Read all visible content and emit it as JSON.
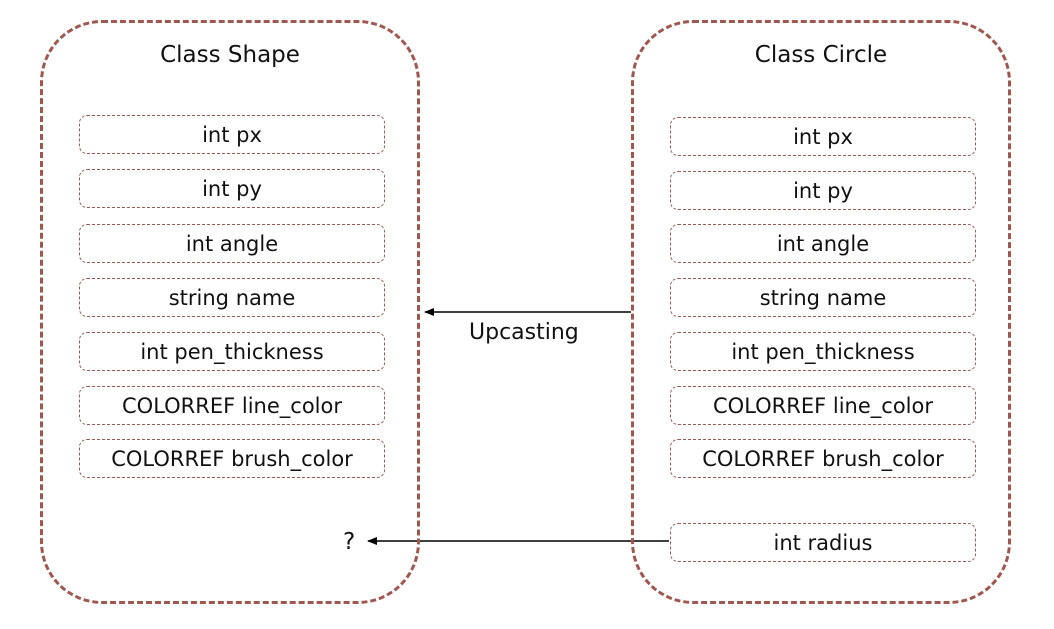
{
  "classes": {
    "shape": {
      "title": "Class Shape",
      "fields": [
        "int px",
        "int py",
        "int angle",
        "string name",
        "int pen_thickness",
        "COLORREF line_color",
        "COLORREF brush_color"
      ],
      "unknown_slot": "?"
    },
    "circle": {
      "title": "Class Circle",
      "fields": [
        "int px",
        "int py",
        "int angle",
        "string name",
        "int pen_thickness",
        "COLORREF line_color",
        "COLORREF brush_color"
      ],
      "extra_field": "int radius"
    }
  },
  "edges": {
    "upcasting": "Upcasting"
  },
  "colors": {
    "border": "#a0584e",
    "arrow": "#000000"
  }
}
